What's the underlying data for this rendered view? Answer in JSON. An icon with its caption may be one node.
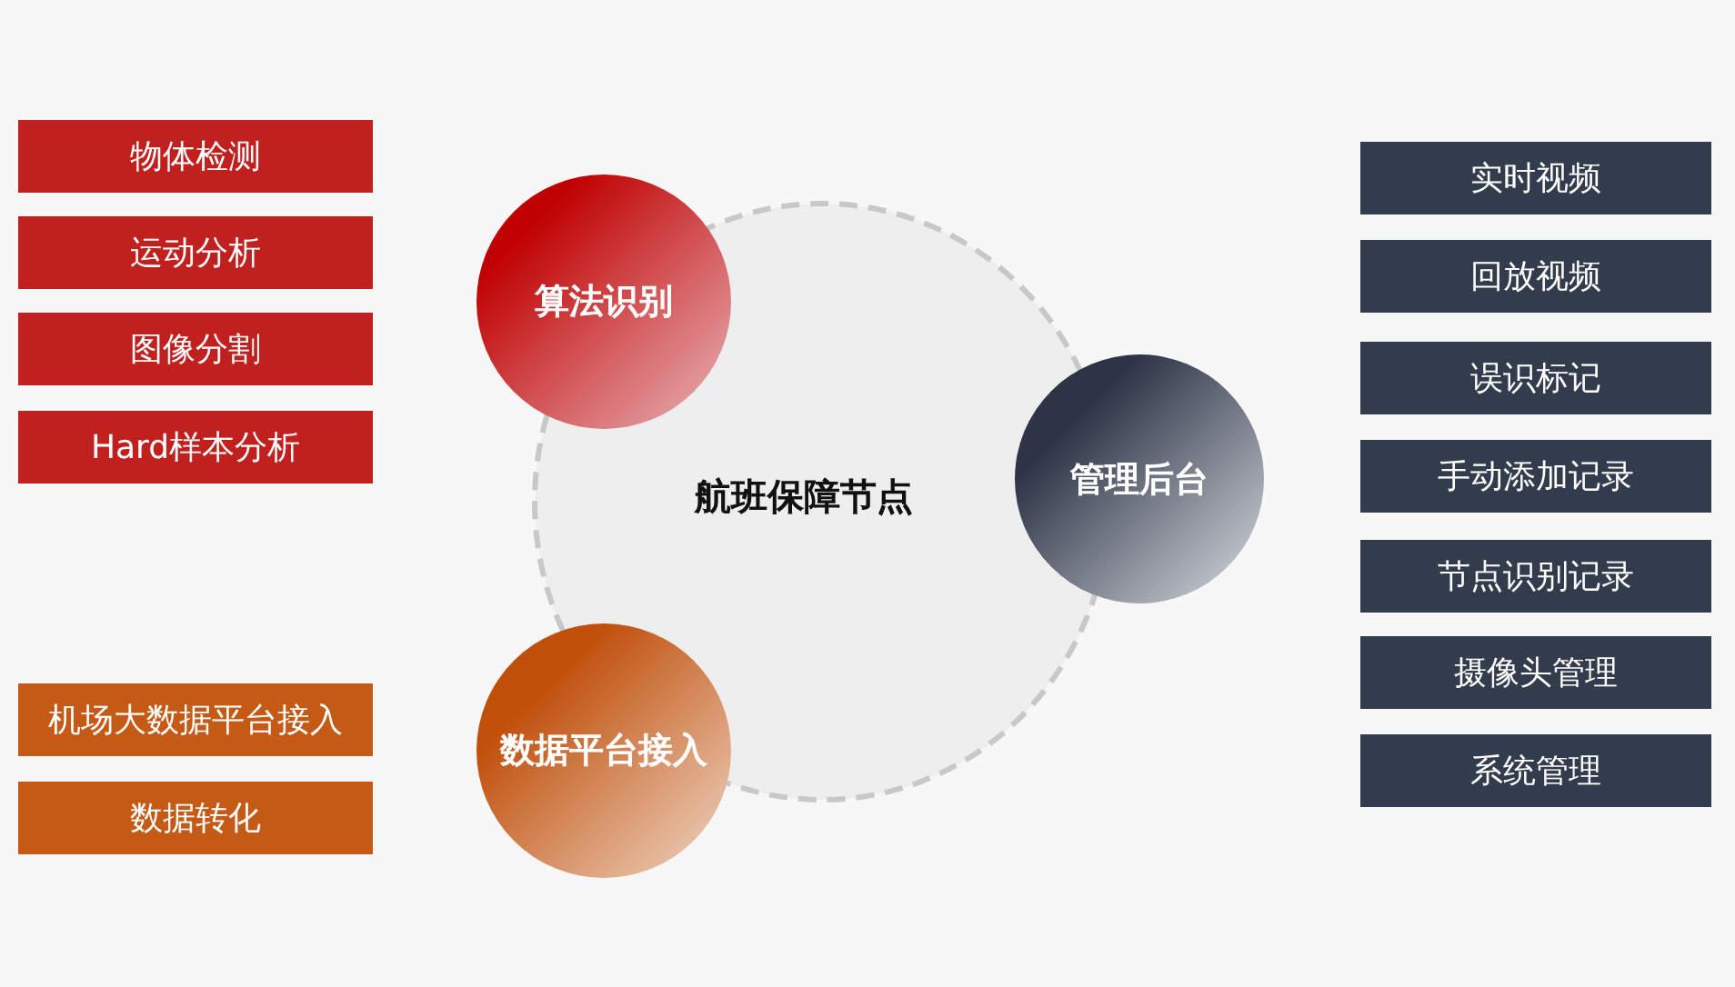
{
  "diagram": {
    "nodes": [
      {
        "text": [
          "物体检测"
        ]
      },
      {
        "text": [
          "运动分析"
        ]
      },
      {
        "text": [
          "图像分割"
        ]
      },
      {
        "text": [
          "Hard样本分析"
        ]
      },
      {
        "text": [
          "机场大数据平台接入"
        ]
      },
      {
        "text": [
          "数据转化"
        ]
      },
      {
        "text": [
          "航班保障节点"
        ]
      },
      {
        "text": [
          "算法识别"
        ]
      },
      {
        "text": [
          "管理后台"
        ]
      },
      {
        "text": [
          "数据平台接入"
        ]
      },
      {
        "text": [
          "实时视频"
        ]
      },
      {
        "text": [
          "回放视频"
        ]
      },
      {
        "text": [
          "误识标记"
        ]
      },
      {
        "text": [
          "手动添加记录"
        ]
      },
      {
        "text": [
          "节点识别记录"
        ]
      },
      {
        "text": [
          "摄像头管理"
        ]
      },
      {
        "text": [
          "系统管理"
        ]
      }
    ],
    "edges": []
  }
}
